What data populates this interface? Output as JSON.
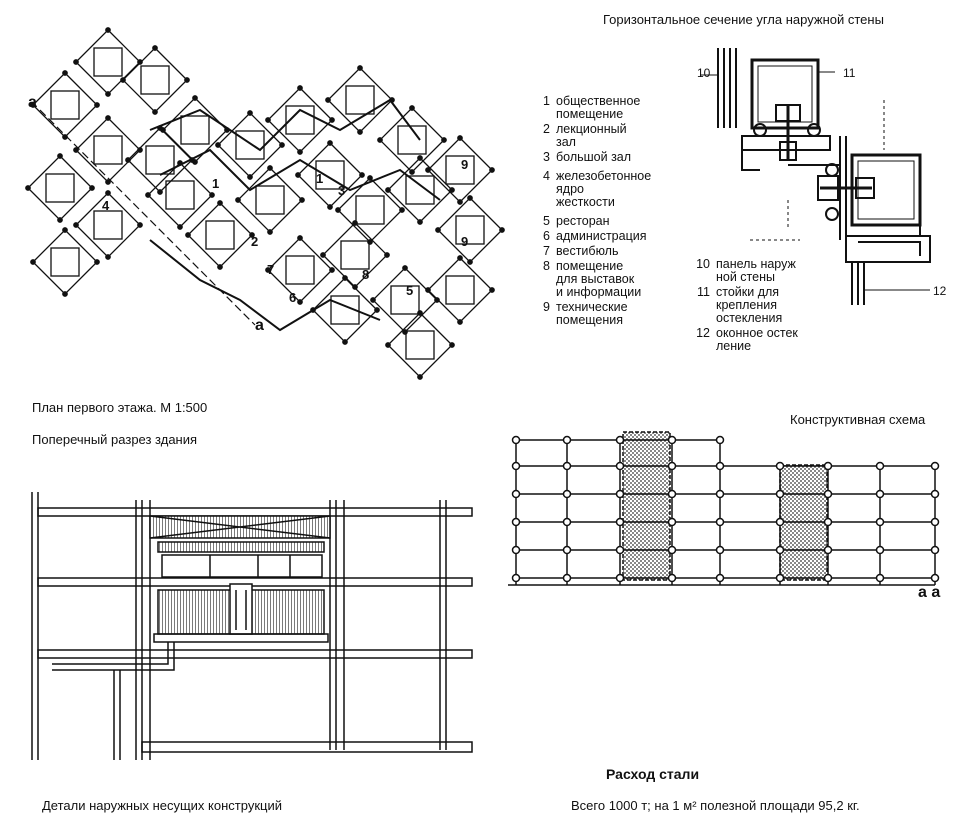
{
  "titles": {
    "wall_section": "Горизонтальное сечение угла наружной стены",
    "plan": "План первого этажа. М 1:500",
    "cross_section": "Поперечный разрез здания",
    "structural": "Конструктивная схема",
    "details": "Детали наружных несущих конструкций",
    "steel_title": "Расход стали",
    "steel_text": "Всего 1000 т; на 1 м² полезной площади 95,2 кг."
  },
  "legend_left": [
    {
      "n": "1",
      "text": "общественное\nпомещение"
    },
    {
      "n": "2",
      "text": "лекционный\nзал"
    },
    {
      "n": "3",
      "text": "большой зал"
    },
    {
      "n": "4",
      "text": "железобетонное\nядро\nжесткости"
    },
    {
      "n": "5",
      "text": "ресторан"
    },
    {
      "n": "6",
      "text": "администрация"
    },
    {
      "n": "7",
      "text": "вестибюль"
    },
    {
      "n": "8",
      "text": "помещение\nдля выставок\nи информации"
    },
    {
      "n": "9",
      "text": "технические\nпомещения"
    }
  ],
  "legend_right": [
    {
      "n": "10",
      "text": "панель наруж\nной стены"
    },
    {
      "n": "11",
      "text": "стойки для\nкрепления\nостекления"
    },
    {
      "n": "12",
      "text": "оконное остек\nление"
    }
  ],
  "plan_labels": {
    "section_a_top": "a",
    "section_a_bottom": "a",
    "room_1a": "1",
    "room_1b": "1",
    "room_2": "2",
    "room_3": "3",
    "room_4": "4",
    "room_5": "5",
    "room_6": "6",
    "room_7": "7",
    "room_8": "8",
    "room_9a": "9",
    "room_9b": "9"
  },
  "detail_labels": {
    "c10": "10",
    "c11": "11",
    "c12": "12"
  },
  "scheme_label": "a a"
}
